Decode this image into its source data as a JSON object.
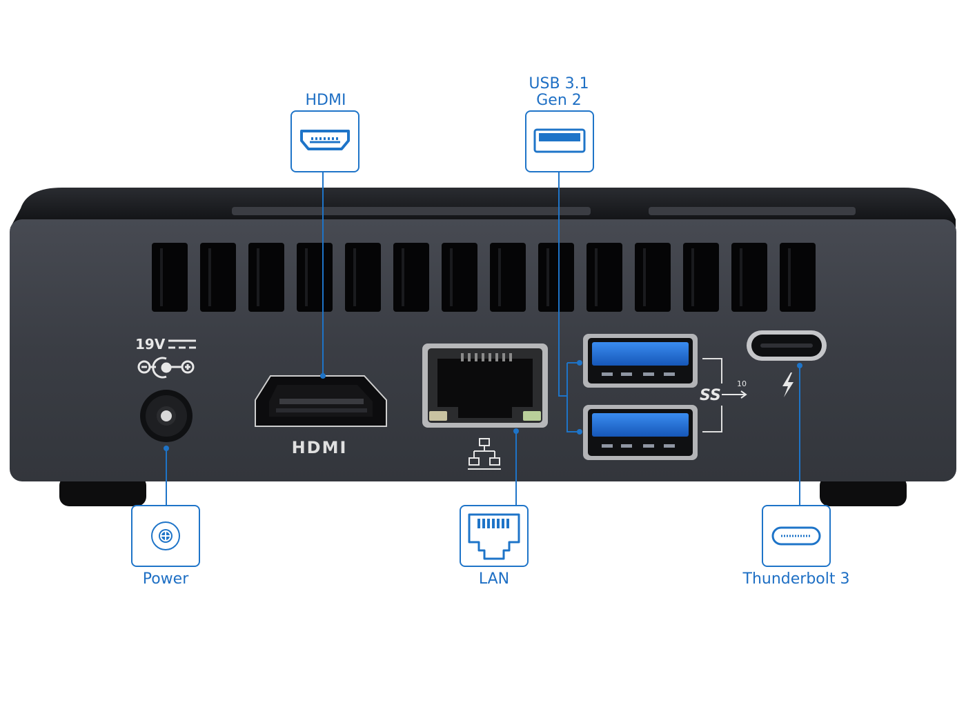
{
  "callouts": {
    "hdmi": {
      "label": "HDMI",
      "icon": "hdmi-port-icon"
    },
    "usb": {
      "label_line1": "USB 3.1",
      "label_line2": "Gen 2",
      "icon": "usb-port-icon"
    },
    "power": {
      "label": "Power",
      "icon": "power-jack-icon"
    },
    "lan": {
      "label": "LAN",
      "icon": "ethernet-port-icon"
    },
    "thunderbolt": {
      "label": "Thunderbolt 3",
      "icon": "usb-c-port-icon"
    }
  },
  "device_markings": {
    "voltage": "19V",
    "hdmi_logo": "HDMI",
    "usb_speed": "10"
  },
  "colors": {
    "callout_blue": "#1e74c8",
    "chassis": "#3a3d44",
    "usb_port_blue": "#1f6fd6"
  }
}
